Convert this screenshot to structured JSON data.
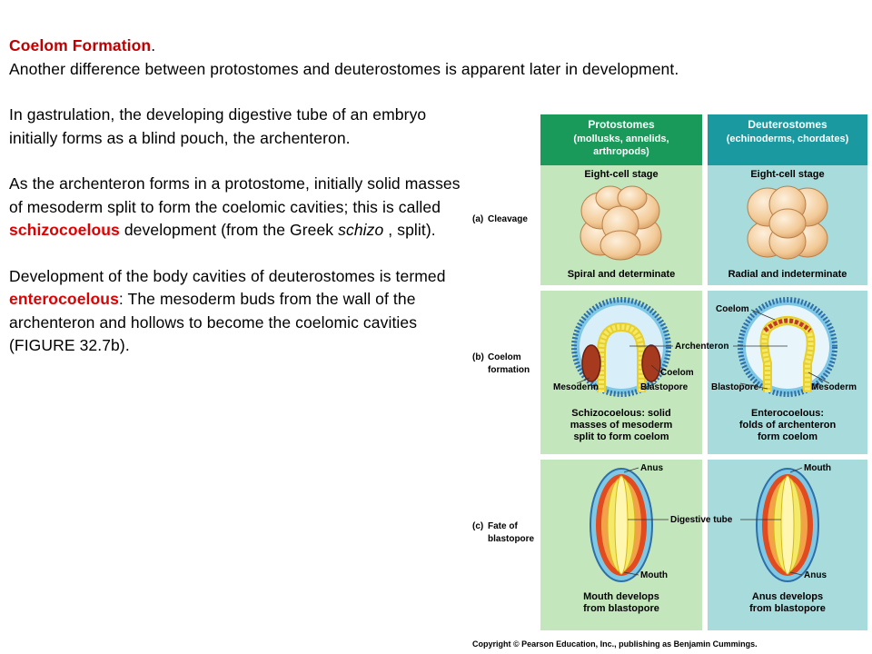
{
  "slide": {
    "title": "Coelom Formation",
    "title_period": ".",
    "line1": "Another difference between protostomes and deuterostomes is apparent later in development.",
    "para2": "In gastrulation, the developing digestive tube of an embryo initially forms as a blind pouch, the archenteron.",
    "para3_a": "As the archenteron forms in a protostome, initially solid masses of mesoderm split to form the coelomic cavities; this is called ",
    "para3_red": "schizocoelous",
    "para3_b": " development (from the Greek ",
    "para3_ital": "schizo",
    "para3_c": " , split).",
    "para4_a": "Development of the body cavities of deuterostomes is termed ",
    "para4_red": "enterocoelous",
    "para4_b": ": The mesoderm buds from the wall of the archenteron and hollows to become the coelomic cavities (FIGURE 32.7b)."
  },
  "figure": {
    "header_left_1": "Protostomes",
    "header_left_2": "(mollusks, annelids,",
    "header_left_3": "arthropods)",
    "header_right_1": "Deuterostomes",
    "header_right_2": "(echinoderms, chordates)",
    "row_a_label": "(a)",
    "row_a_name": "Cleavage",
    "eight_cell_left": "Eight-cell stage",
    "eight_cell_right": "Eight-cell stage",
    "spiral": "Spiral and determinate",
    "radial": "Radial and indeterminate",
    "row_b_label": "(b)",
    "row_b_name_1": "Coelom",
    "row_b_name_2": "formation",
    "coelom_right": "Coelom",
    "archenteron": "Archenteron",
    "coelom_left": "Coelom",
    "mesoderm_left": "Mesoderm",
    "blastopore_left": "Blastopore",
    "blastopore_right": "Blastopore",
    "mesoderm_right": "Mesoderm",
    "schizo_1": "Schizocoelous: solid",
    "schizo_2": "masses of mesoderm",
    "schizo_3": "split to form coelom",
    "entero_1": "Enterocoelous:",
    "entero_2": "folds of archenteron",
    "entero_3": "form coelom",
    "row_c_label": "(c)",
    "row_c_name_1": "Fate of",
    "row_c_name_2": "blastopore",
    "anus_top": "Anus",
    "mouth_top": "Mouth",
    "digestive": "Digestive tube",
    "mouth_bottom": "Mouth",
    "anus_bottom": "Anus",
    "fate_left_1": "Mouth develops",
    "fate_left_2": "from blastopore",
    "fate_right_1": "Anus develops",
    "fate_right_2": "from blastopore",
    "copyright": "Copyright © Pearson Education, Inc., publishing as Benjamin Cummings."
  },
  "colors": {
    "title_red": "#c00000",
    "header_green": "#1a9a5a",
    "header_teal": "#1a9aa0",
    "panel_green": "#c3e6bd",
    "panel_blue": "#a8dbdc"
  }
}
